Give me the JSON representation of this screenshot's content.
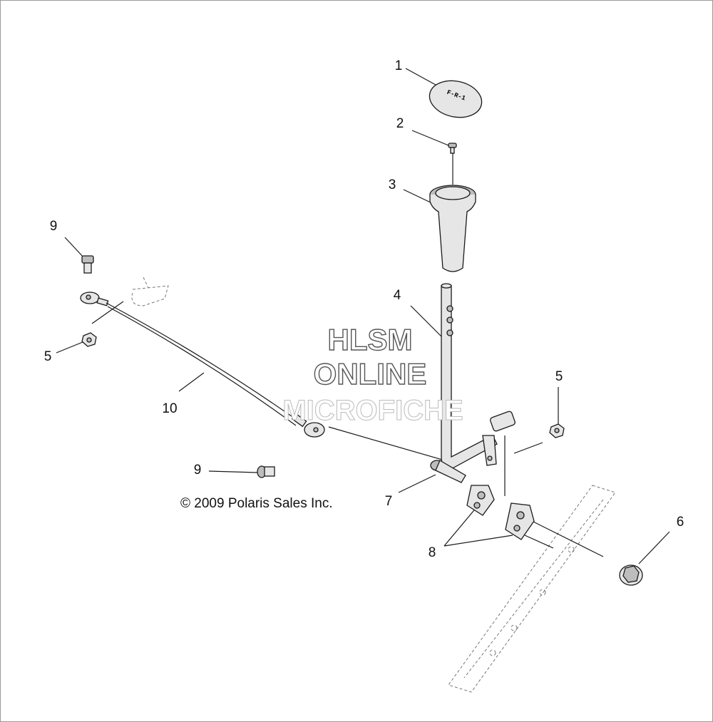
{
  "watermark": {
    "line1": "HLSM",
    "line2": "ONLINE",
    "line3": "MICROFICHE",
    "color": "#555555"
  },
  "copyright": "© 2009 Polaris Sales Inc.",
  "knob_engraving": "F-R-1",
  "callouts": [
    "1",
    "2",
    "3",
    "4",
    "5",
    "5",
    "6",
    "7",
    "8",
    "9",
    "9",
    "10"
  ]
}
